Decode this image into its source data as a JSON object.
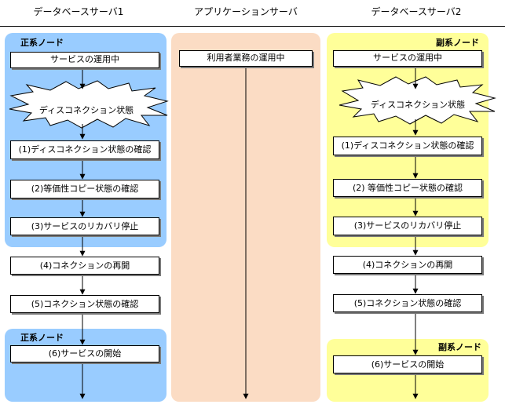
{
  "columns": {
    "db1": "データベースサーバ1",
    "app": "アプリケーションサーバ",
    "db2": "データベースサーバ2"
  },
  "node_labels": {
    "primary_top": "正系ノード",
    "primary_bottom": "正系ノード",
    "secondary_top": "副系ノード",
    "secondary_bottom": "副系ノード"
  },
  "steps": {
    "service_running": "サービスの運用中",
    "disconnect_state": "ディスコネクション状態",
    "step1": "(1)ディスコネクション状態の確認",
    "step2": "(2)等価性コピー状態の確認",
    "step2_db2": "(2) 等価性コピー状態の確認",
    "step3": "(3)サービスのリカバリ停止",
    "step4": "(4)コネクションの再開",
    "step5": "(5)コネクション状態の確認",
    "step6": "(6)サービスの開始",
    "app_running": "利用者業務の運用中"
  },
  "colors": {
    "primary_region": "#99ccff",
    "app_region": "#fbdcc4",
    "secondary_region": "#ffff99"
  }
}
